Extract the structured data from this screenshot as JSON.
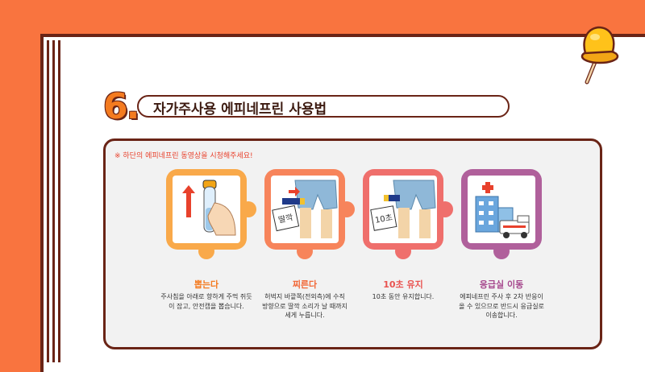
{
  "header": {
    "number": "6.",
    "title": "자가주사용 에피네프린 사용법"
  },
  "notice": "※ 하단의 에피네프린 동영상을 시청해주세요!",
  "steps": [
    {
      "label": "뽑는다",
      "desc": "주사침을 아래로 향하게 주먹 쥐듯\n이 잡고, 안전캡을 뽑습니다.",
      "color": "#f9a94a",
      "labelColor": "#f47b20"
    },
    {
      "label": "찌른다",
      "desc": "허벅지 바깥쪽(전외측)에 수직\n방향으로 딸깍 소리가 날 때까지\n세게 누릅니다.",
      "color": "#f7845b",
      "labelColor": "#f26a3a"
    },
    {
      "label": "10초 유지",
      "desc": "10초 동안 유지합니다.",
      "color": "#ef6f6c",
      "labelColor": "#e9524f"
    },
    {
      "label": "응급실 이동",
      "desc": "에피네프린 주사 후 2차 반응이\n올 수 있으므로 반드시 응급실로\n이송합니다.",
      "color": "#b0609b",
      "labelColor": "#a5468c"
    }
  ],
  "illustrations": {
    "click_sticker": "딸깍",
    "timer_sticker": "10초"
  },
  "colors": {
    "background": "#f9743f",
    "border": "#6a2416",
    "notice": "#e8412c"
  },
  "icons": [
    "pushpin-icon",
    "syringe-hand-icon",
    "leg-injection-icon",
    "leg-timer-icon",
    "hospital-ambulance-icon"
  ]
}
